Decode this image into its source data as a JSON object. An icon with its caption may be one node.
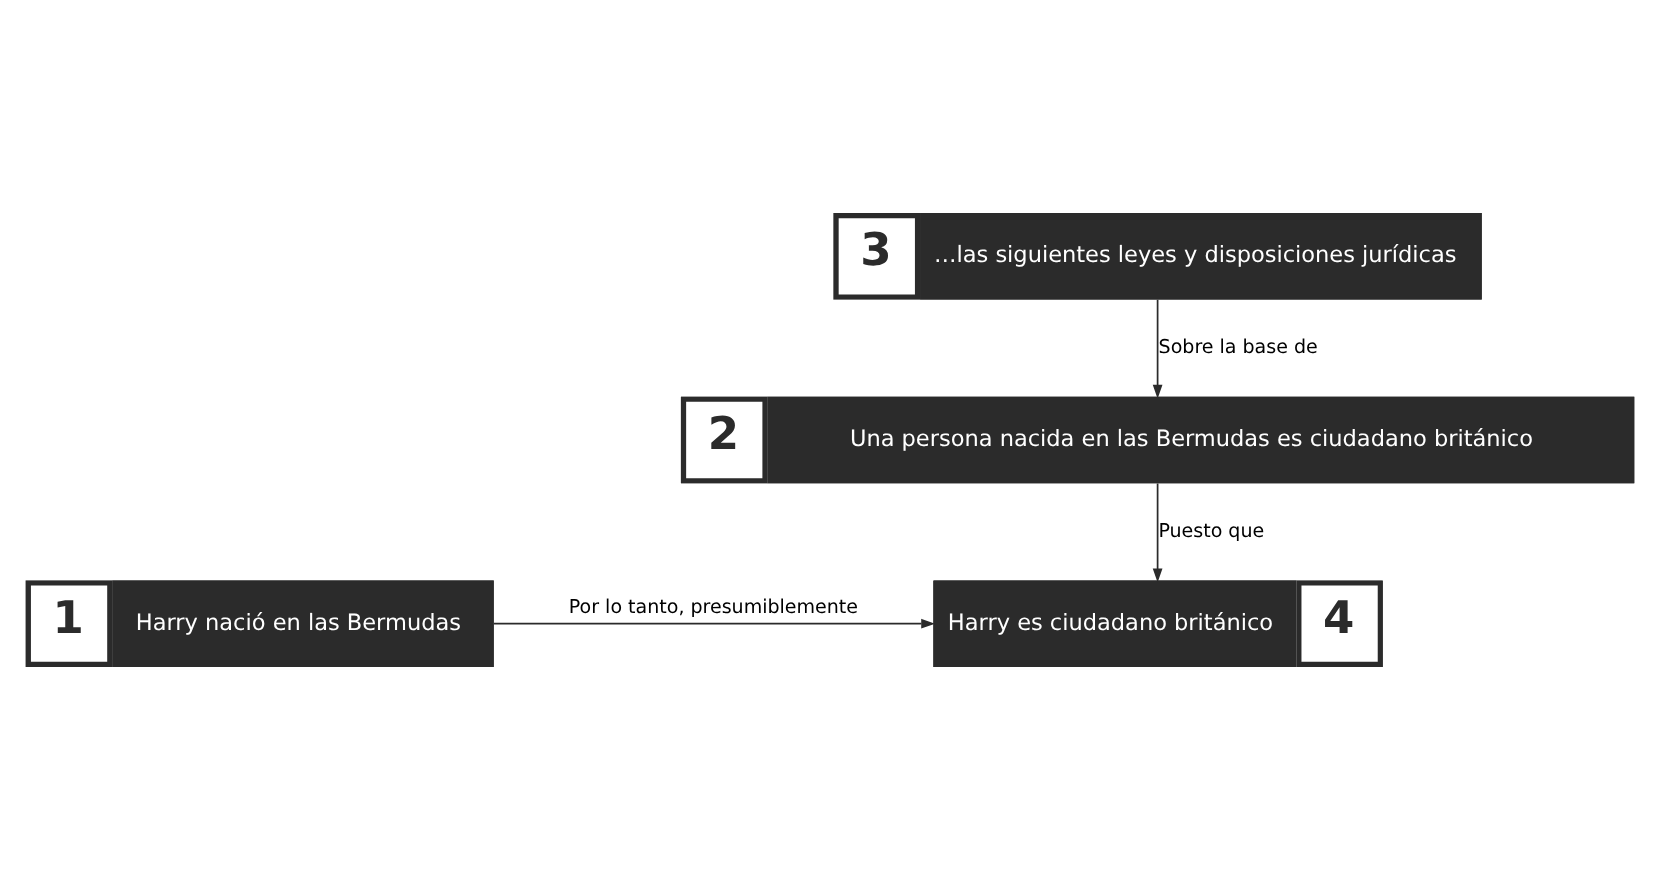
{
  "diagram": {
    "nodes": [
      {
        "text": [
          "3",
          "…las siguientes leyes y disposiciones jurídicas"
        ]
      },
      {
        "text": [
          "2",
          "Una persona nacida en las Bermudas es ciudadano británico"
        ]
      },
      {
        "text": [
          "1",
          "Harry nació en las Bermudas"
        ]
      },
      {
        "text": [
          "Harry es ciudadano británico",
          "4"
        ]
      }
    ],
    "edges": [
      {
        "from": 0,
        "to": 1,
        "arrow": "to",
        "label": "Sobre la base de"
      },
      {
        "from": 1,
        "to": 3,
        "arrow": "to",
        "label": "Puesto que"
      },
      {
        "from": 2,
        "to": 3,
        "arrow": "to",
        "label": "Por lo tanto, presumiblemente"
      }
    ]
  }
}
